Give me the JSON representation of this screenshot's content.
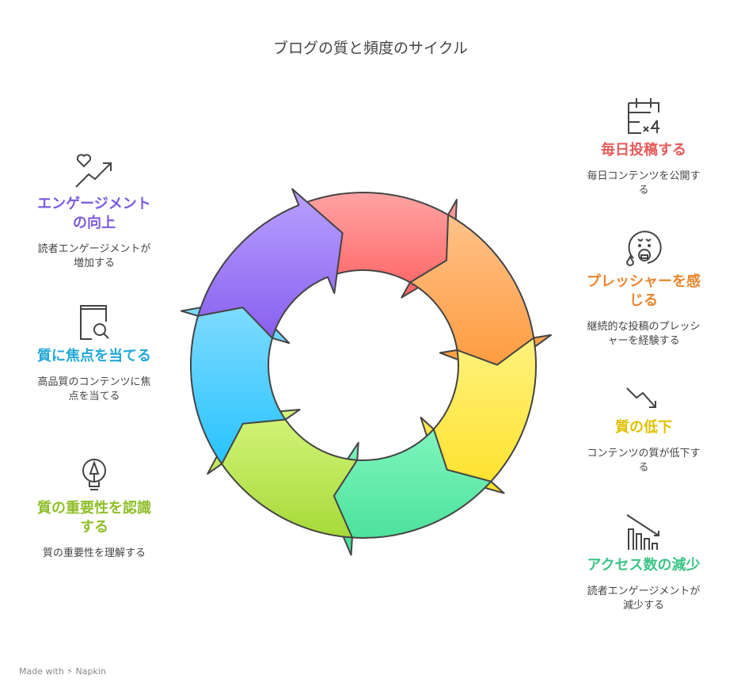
{
  "title": "ブログの質と頻度のサイクル",
  "colors": {
    "stroke": "#444444"
  },
  "items": [
    {
      "id": "post-daily",
      "head": "毎日投稿する",
      "desc": "毎日コンテンツを公開する",
      "color": "#e85a5a",
      "icon": "calendar-x4-icon",
      "grad": [
        "#ffa3a3",
        "#ff6262"
      ]
    },
    {
      "id": "pressure",
      "head": "プレッシャーを感じる",
      "desc": "継続的な投稿のプレッシャーを経験する",
      "color": "#e8862e",
      "icon": "stressed-face-icon",
      "grad": [
        "#ffc28a",
        "#ff9a3c"
      ]
    },
    {
      "id": "quality-drop",
      "head": "質の低下",
      "desc": "コンテンツの質が低下する",
      "color": "#e0c000",
      "icon": "trend-down-icon",
      "grad": [
        "#fff27e",
        "#ffe12a"
      ]
    },
    {
      "id": "access-drop",
      "head": "アクセス数の減少",
      "desc": "読者エンゲージメントが減少する",
      "color": "#3cc486",
      "icon": "bar-chart-down-icon",
      "grad": [
        "#7ff5bd",
        "#45df98"
      ]
    },
    {
      "id": "recognize",
      "head": "質の重要性を認識する",
      "desc": "質の重要性を理解する",
      "color": "#8fbf2a",
      "icon": "lightbulb-icon",
      "grad": [
        "#d6f57c",
        "#a6da38"
      ]
    },
    {
      "id": "focus-quality",
      "head": "質に焦点を当てる",
      "desc": "高品質のコンテンツに焦点を当てる",
      "color": "#22a8d8",
      "icon": "book-search-icon",
      "grad": [
        "#82dcff",
        "#28c3ff"
      ]
    },
    {
      "id": "engagement-up",
      "head": "エンゲージメントの向上",
      "desc": "読者エンゲージメントが増加する",
      "color": "#7a5ae0",
      "icon": "heart-trend-up-icon",
      "grad": [
        "#b9a0ff",
        "#8860ef"
      ]
    }
  ],
  "footer": "Made with ⚡ Napkin"
}
